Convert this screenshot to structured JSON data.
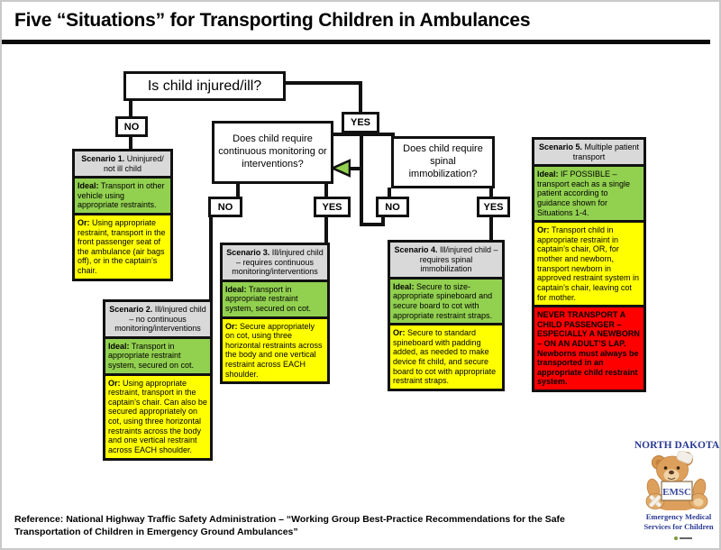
{
  "title": "Five “Situations” for Transporting Children in Ambulances",
  "flow": {
    "q_injured": "Is child injured/ill?",
    "q_monitoring": "Does child require continuous monitoring or interventions?",
    "q_spinal": "Does child require spinal immobilization?",
    "no": "NO",
    "yes": "YES",
    "loop_arrow": "loop-back-to-monitoring-question"
  },
  "scenarios": [
    {
      "num": "Scenario 1.",
      "text": " Uninjured/ not ill child",
      "ideal_label": "Ideal:",
      "ideal": " Transport in other vehicle using appropriate restraints.",
      "or_label": "Or:",
      "or": " Using appropriate restraint, transport in the front passenger seat of the ambulance (air bags off), or in the captain’s chair."
    },
    {
      "num": "Scenario 2.",
      "text": " Ill/injured child – no continuous monitoring/interventions",
      "ideal_label": "Ideal:",
      "ideal": " Transport in appropriate restraint system, secured on cot.",
      "or_label": "Or:",
      "or": " Using appropriate restraint, transport in the captain’s chair. Can also be secured appropriately on cot, using three horizontal restraints across the body and one vertical restraint across EACH shoulder."
    },
    {
      "num": "Scenario 3.",
      "text": " Ill/injured child – requires continuous monitoring/interventions",
      "ideal_label": "Ideal:",
      "ideal": " Transport in appropriate restraint system, secured on cot.",
      "or_label": "Or:",
      "or": " Secure appropriately on cot, using three horizontal restraints across the body and one vertical restraint across EACH shoulder."
    },
    {
      "num": "Scenario 4.",
      "text": " Ill/injured child – requires spinal immobilization",
      "ideal_label": "Ideal:",
      "ideal": " Secure to size-appropriate spineboard and secure board to cot with appropriate restraint straps.",
      "or_label": "Or:",
      "or": " Secure to standard spineboard with padding added, as needed to make device fit child, and secure board to cot with appropriate restraint straps."
    },
    {
      "num": "Scenario 5.",
      "text": " Multiple patient transport",
      "ideal_label": "Ideal:",
      "ideal": " IF POSSIBLE – transport each as a single patient according to guidance shown for Situations 1-4.",
      "or_label": "Or:",
      "or": " Transport child in appropriate restraint in captain’s chair, OR, for mother and newborn, transport newborn in approved restraint system in captain’s chair, leaving cot for mother.",
      "never_caps": "NEVER TRANSPORT A CHILD PASSENGER – ESPECIALLY A NEWBORN – ON AN ADULT’S LAP.",
      "never_text": " Newborns must always be transported in an appropriate child restraint system."
    }
  ],
  "reference": {
    "line1": "Reference: National Highway Traffic Safety Administration – “Working Group Best-Practice Recommendations for the Safe",
    "line2": "Transportation of Children in Emergency Ground Ambulances”"
  },
  "logo": {
    "region": "NORTH DAKOTA",
    "sign": "EMSC",
    "caption": "Emergency Medical Services for Children"
  },
  "colors": {
    "ideal_green": "#92D050",
    "or_yellow": "#FFFF00",
    "never_red": "#FF0000",
    "header_gray": "#D9D9D9"
  }
}
